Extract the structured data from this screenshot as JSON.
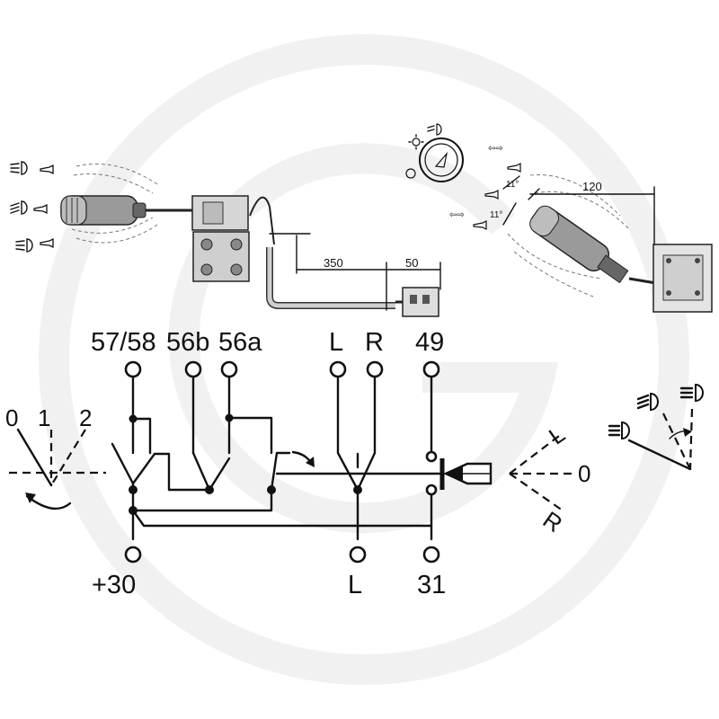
{
  "diagram": {
    "top_terminals": [
      {
        "id": "t5758",
        "label": "57/58"
      },
      {
        "id": "t56b",
        "label": "56b"
      },
      {
        "id": "t56a",
        "label": "56a"
      },
      {
        "id": "tL",
        "label": "L"
      },
      {
        "id": "tR",
        "label": "R"
      },
      {
        "id": "t49",
        "label": "49"
      }
    ],
    "bottom_terminals": [
      {
        "id": "t30",
        "label": "+30"
      },
      {
        "id": "tLb",
        "label": "L"
      },
      {
        "id": "t31",
        "label": "31"
      }
    ],
    "light_switch_positions": [
      "0",
      "1",
      "2"
    ],
    "indicator_positions": {
      "left": "L",
      "off": "0",
      "right": "R"
    },
    "dimensions": {
      "cable_length": "350",
      "plug_length": "50",
      "lever_length": "120"
    },
    "angles": {
      "upper": "11°",
      "lower": "11°"
    },
    "icon_names": [
      "headlight-icon",
      "dipped-beam-icon",
      "horn-icon",
      "indicator-arrows-icon",
      "sun-icon",
      "horn-gauge-icon"
    ]
  }
}
